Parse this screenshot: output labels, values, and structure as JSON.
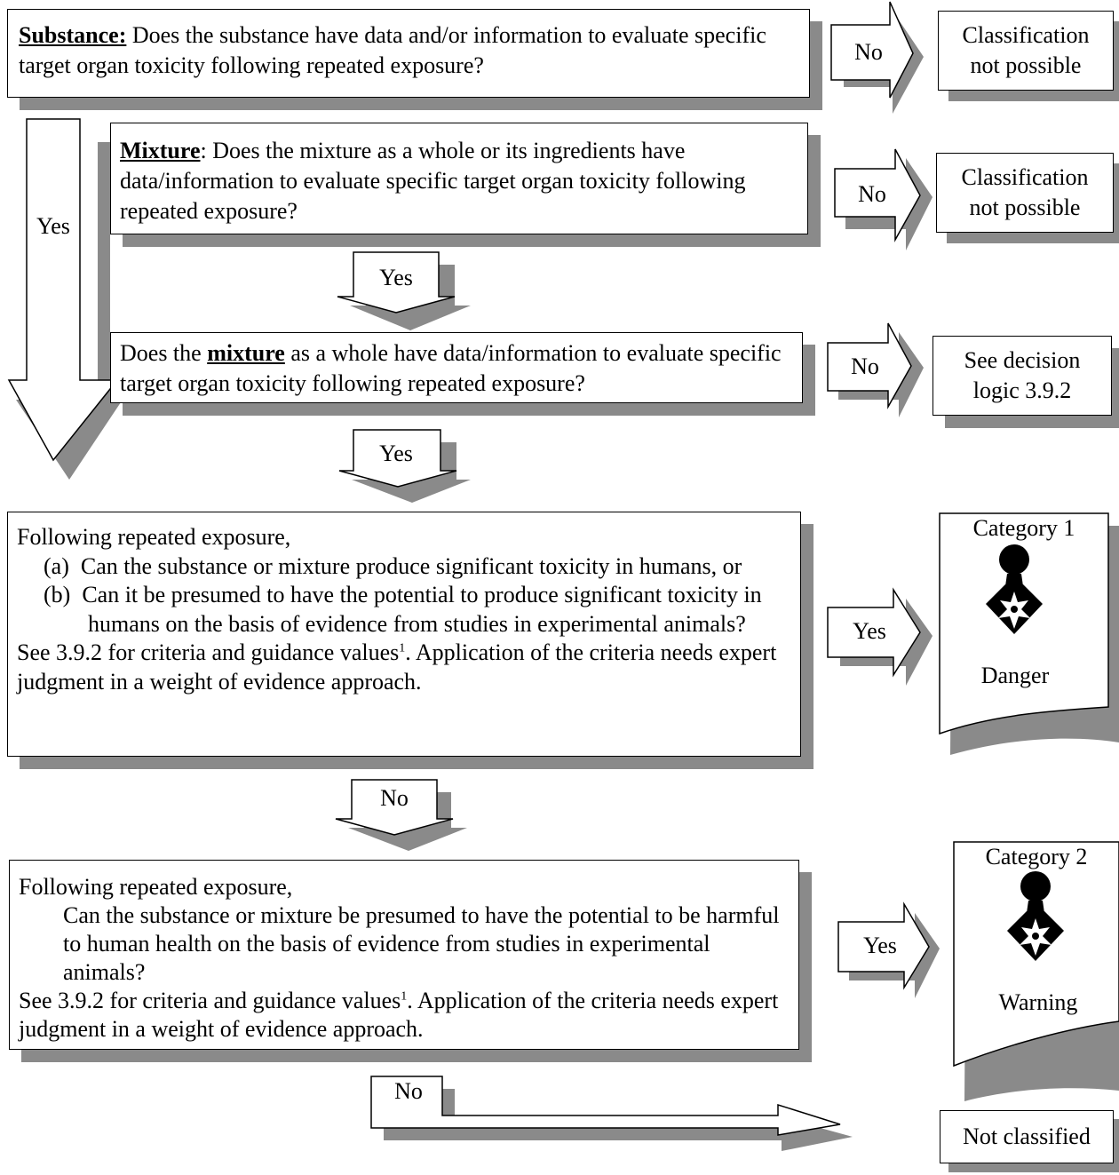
{
  "q1": {
    "label": "Substance:",
    "text": " Does the substance have data and/or information to evaluate specific target organ toxicity following repeated exposure?",
    "no": "No",
    "result": [
      "Classification",
      "not possible"
    ]
  },
  "q2": {
    "label": "Mixture",
    "text": ": Does the mixture as a whole or its ingredients have data/information to evaluate specific target organ toxicity following repeated exposure?",
    "no": "No",
    "yes": "Yes",
    "result": [
      "Classification",
      "not possible"
    ]
  },
  "left_yes": "Yes",
  "q3": {
    "prefix": "Does the ",
    "label": "mixture",
    "text": " as a whole have data/information to evaluate specific target organ toxicity following repeated exposure?",
    "no": "No",
    "yes": "Yes",
    "result": [
      "See decision",
      "logic 3.9.2"
    ]
  },
  "q4": {
    "intro": "Following repeated exposure,",
    "a": "(a)  Can the substance or mixture produce significant toxicity in humans, or",
    "b": "(b)  Can it be presumed to have the potential to produce significant toxicity in humans on the basis of evidence from studies in experimental animals?",
    "see": "See 3.9.2 for criteria and guidance values",
    "footnote": "1",
    "see_rest": ". Application of the criteria needs expert judgment in a weight of evidence approach.",
    "yes": "Yes",
    "no": "No",
    "result_title": "Category 1",
    "result_word": "Danger"
  },
  "q5": {
    "intro": "Following repeated exposure,",
    "body": "Can the substance or mixture be presumed to have the potential to be harmful to human health on the basis of evidence from studies in experimental animals?",
    "see": "See 3.9.2 for criteria and guidance values",
    "footnote": "1",
    "see_rest": ". Application of the criteria needs expert judgment in a weight of evidence approach.",
    "yes": "Yes",
    "no": "No",
    "result_title": "Category 2",
    "result_word": "Warning"
  },
  "final": "Not classified",
  "icons": {
    "hazard": "health-hazard-pictogram"
  }
}
